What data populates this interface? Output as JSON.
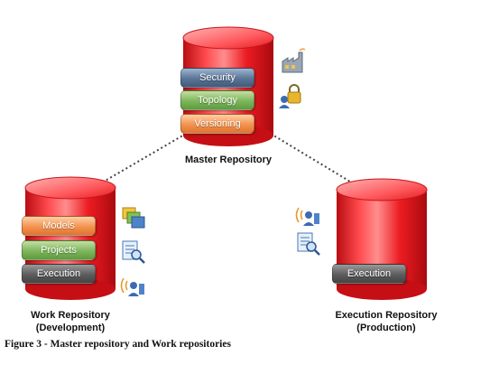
{
  "caption": "Figure 3 - Master repository and Work repositories",
  "repositories": {
    "master": {
      "label": "Master Repository",
      "modules": [
        "Security",
        "Topology",
        "Versioning"
      ],
      "icons": [
        "factory-icon",
        "lock-user-icon"
      ]
    },
    "work": {
      "label_line1": "Work Repository",
      "label_line2": "(Development)",
      "modules": [
        "Models",
        "Projects",
        "Execution"
      ],
      "icons": [
        "models-icon",
        "projects-search-icon",
        "execution-signal-icon"
      ]
    },
    "execution": {
      "label_line1": "Execution Repository",
      "label_line2": "(Production)",
      "modules": [
        "Execution"
      ],
      "icons": [
        "execution-signal-icon",
        "projects-search-icon"
      ]
    }
  },
  "colors": {
    "cylinder": "#e8141a",
    "cylinder_light": "#ff7a7a",
    "connector": "#444444"
  }
}
